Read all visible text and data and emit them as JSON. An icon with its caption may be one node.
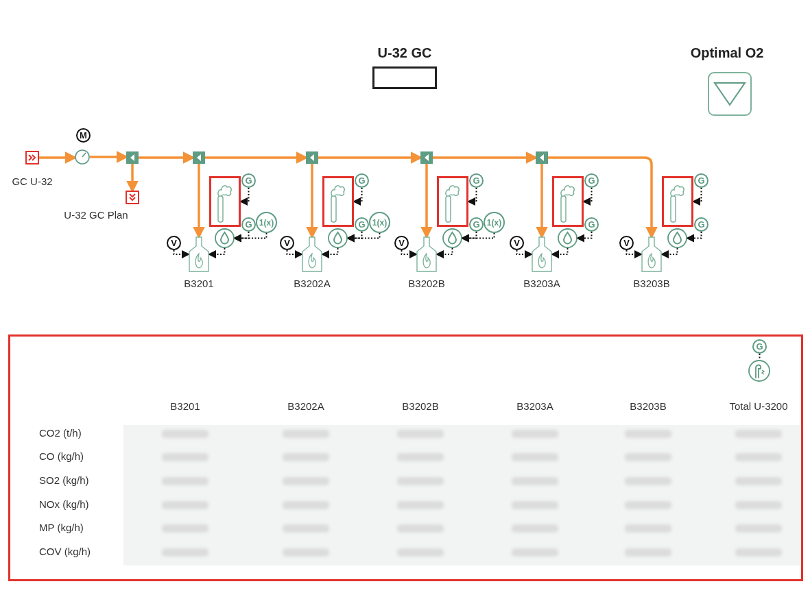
{
  "diagram": {
    "nodes": [
      {
        "text": [
          "U-32 GC"
        ]
      },
      {
        "text": [
          "Optimal O2"
        ]
      },
      {
        "text": [
          "M"
        ]
      },
      {
        "text": [
          "GC U-32"
        ]
      },
      {
        "text": [],
        "shape": "circle"
      },
      {
        "text": [],
        "shape": "box"
      },
      {
        "text": [
          "U-32 GC Plan"
        ]
      },
      {
        "text": [],
        "shape": "box"
      },
      {
        "text": [],
        "shape": "box"
      },
      {
        "text": [],
        "shape": "box"
      },
      {
        "text": [],
        "shape": "box"
      },
      {
        "text": [],
        "shape": "chimney"
      },
      {
        "text": [
          "G"
        ]
      },
      {
        "text": [
          "G"
        ]
      },
      {
        "text": [
          "1(x)"
        ]
      },
      {
        "text": [],
        "shape": "circle"
      },
      {
        "text": [
          "V"
        ]
      },
      {
        "text": [
          "B3201"
        ]
      },
      {
        "text": [],
        "shape": "chimney"
      },
      {
        "text": [
          "G"
        ]
      },
      {
        "text": [
          "G"
        ]
      },
      {
        "text": [
          "1(x)"
        ]
      },
      {
        "text": [],
        "shape": "circle"
      },
      {
        "text": [
          "V"
        ]
      },
      {
        "text": [
          "B3202A"
        ]
      },
      {
        "text": [],
        "shape": "chimney"
      },
      {
        "text": [
          "G"
        ]
      },
      {
        "text": [
          "G"
        ]
      },
      {
        "text": [
          "1(x)"
        ]
      },
      {
        "text": [],
        "shape": "circle"
      },
      {
        "text": [
          "V"
        ]
      },
      {
        "text": [
          "B3202B"
        ]
      },
      {
        "text": [],
        "shape": "chimney"
      },
      {
        "text": [
          "G"
        ]
      },
      {
        "text": [
          "G"
        ]
      },
      {
        "text": [],
        "shape": "circle"
      },
      {
        "text": [
          "V"
        ]
      },
      {
        "text": [
          "B3203A"
        ]
      },
      {
        "text": [],
        "shape": "chimney"
      },
      {
        "text": [
          "G"
        ]
      },
      {
        "text": [
          "G"
        ]
      },
      {
        "text": [],
        "shape": "circle"
      },
      {
        "text": [
          "V"
        ]
      },
      {
        "text": [
          "B3203B"
        ]
      },
      {
        "text": [
          "G"
        ]
      },
      {
        "text": [],
        "shape": "circle"
      }
    ],
    "edges": [
      {
        "from": 3,
        "to": 4,
        "arrow": "to",
        "color": "#f39237"
      },
      {
        "from": 4,
        "to": 5,
        "arrow": "to",
        "color": "#f39237"
      },
      {
        "from": 5,
        "to": 6,
        "arrow": "to",
        "color": "#f39237"
      },
      {
        "from": 5,
        "to": 7,
        "arrow": "to",
        "color": "#f39237"
      },
      {
        "from": 7,
        "to": 8,
        "arrow": "to",
        "color": "#f39237"
      },
      {
        "from": 8,
        "to": 9,
        "arrow": "to",
        "color": "#f39237"
      },
      {
        "from": 9,
        "to": 10,
        "arrow": "to",
        "color": "#f39237"
      },
      {
        "from": 7,
        "to": 17,
        "arrow": "to",
        "color": "#f39237"
      },
      {
        "from": 8,
        "to": 24,
        "arrow": "to",
        "color": "#f39237"
      },
      {
        "from": 9,
        "to": 31,
        "arrow": "to",
        "color": "#f39237"
      },
      {
        "from": 10,
        "to": 37,
        "arrow": "to",
        "color": "#f39237"
      },
      {
        "from": 10,
        "to": 43,
        "arrow": "to",
        "color": "#f39237"
      },
      {
        "from": 12,
        "to": 11,
        "arrow": "to",
        "style": "dashed"
      },
      {
        "from": 13,
        "to": 15,
        "arrow": "to",
        "style": "dashed"
      },
      {
        "from": 14,
        "to": 15,
        "arrow": "to",
        "style": "dashed"
      },
      {
        "from": 15,
        "to": 17,
        "arrow": "to",
        "style": "dashed"
      },
      {
        "from": 16,
        "to": 17,
        "arrow": "to",
        "style": "dashed"
      },
      {
        "from": 19,
        "to": 18,
        "arrow": "to",
        "style": "dashed"
      },
      {
        "from": 20,
        "to": 22,
        "arrow": "to",
        "style": "dashed"
      },
      {
        "from": 21,
        "to": 22,
        "arrow": "to",
        "style": "dashed"
      },
      {
        "from": 22,
        "to": 24,
        "arrow": "to",
        "style": "dashed"
      },
      {
        "from": 23,
        "to": 24,
        "arrow": "to",
        "style": "dashed"
      },
      {
        "from": 26,
        "to": 25,
        "arrow": "to",
        "style": "dashed"
      },
      {
        "from": 27,
        "to": 29,
        "arrow": "to",
        "style": "dashed"
      },
      {
        "from": 28,
        "to": 29,
        "arrow": "to",
        "style": "dashed"
      },
      {
        "from": 29,
        "to": 31,
        "arrow": "to",
        "style": "dashed"
      },
      {
        "from": 30,
        "to": 31,
        "arrow": "to",
        "style": "dashed"
      },
      {
        "from": 33,
        "to": 32,
        "arrow": "to",
        "style": "dashed"
      },
      {
        "from": 34,
        "to": 35,
        "arrow": "to",
        "style": "dashed"
      },
      {
        "from": 35,
        "to": 37,
        "arrow": "to",
        "style": "dashed"
      },
      {
        "from": 36,
        "to": 37,
        "arrow": "to",
        "style": "dashed"
      },
      {
        "from": 39,
        "to": 38,
        "arrow": "to",
        "style": "dashed"
      },
      {
        "from": 40,
        "to": 41,
        "arrow": "to",
        "style": "dashed"
      },
      {
        "from": 41,
        "to": 43,
        "arrow": "to",
        "style": "dashed"
      },
      {
        "from": 42,
        "to": 43,
        "arrow": "to",
        "style": "dashed"
      },
      {
        "from": 44,
        "to": 45,
        "arrow": "none",
        "style": "dashed"
      }
    ],
    "labels": [
      "B3201",
      "B3202A",
      "B3202B",
      "B3203A",
      "B3203B",
      "Total U-3200",
      "CO2 (t/h)",
      "CO (kg/h)",
      "SO2 (kg/h)",
      "NOx (kg/h)",
      "MP (kg/h)",
      "COV (kg/h)"
    ]
  }
}
